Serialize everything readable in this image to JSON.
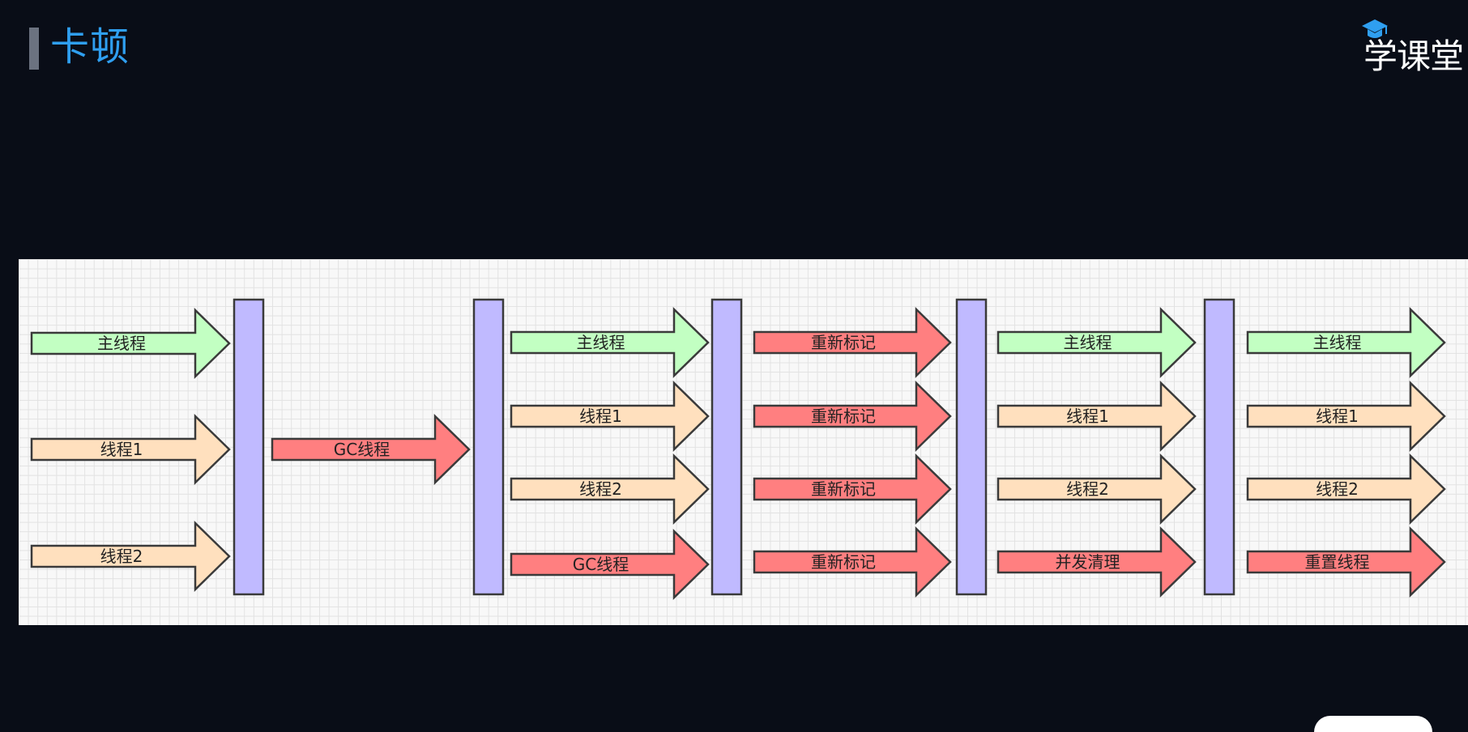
{
  "header": {
    "title": "卡顿",
    "logo_text": "学课堂",
    "logo_icon": "graduation-cap-icon"
  },
  "diagram": {
    "colors": {
      "green": "#c2ffc2",
      "peach": "#ffe0be",
      "red": "#ff7f80",
      "barrier": "#c0baff",
      "stroke": "#3a3a3a"
    },
    "stages": [
      {
        "arrows": [
          {
            "label": "主线程",
            "color": "green"
          },
          {
            "label": "线程1",
            "color": "peach"
          },
          {
            "label": "线程2",
            "color": "peach"
          }
        ]
      },
      {
        "arrows": [
          {
            "label": "GC线程",
            "color": "red"
          }
        ]
      },
      {
        "arrows": [
          {
            "label": "主线程",
            "color": "green"
          },
          {
            "label": "线程1",
            "color": "peach"
          },
          {
            "label": "线程2",
            "color": "peach"
          },
          {
            "label": "GC线程",
            "color": "red"
          }
        ]
      },
      {
        "arrows": [
          {
            "label": "重新标记",
            "color": "red"
          },
          {
            "label": "重新标记",
            "color": "red"
          },
          {
            "label": "重新标记",
            "color": "red"
          },
          {
            "label": "重新标记",
            "color": "red"
          }
        ]
      },
      {
        "arrows": [
          {
            "label": "主线程",
            "color": "green"
          },
          {
            "label": "线程1",
            "color": "peach"
          },
          {
            "label": "线程2",
            "color": "peach"
          },
          {
            "label": "并发清理",
            "color": "red"
          }
        ]
      },
      {
        "arrows": [
          {
            "label": "主线程",
            "color": "green"
          },
          {
            "label": "线程1",
            "color": "peach"
          },
          {
            "label": "线程2",
            "color": "peach"
          },
          {
            "label": "重置线程",
            "color": "red"
          }
        ]
      }
    ],
    "barrier_count": 5
  }
}
